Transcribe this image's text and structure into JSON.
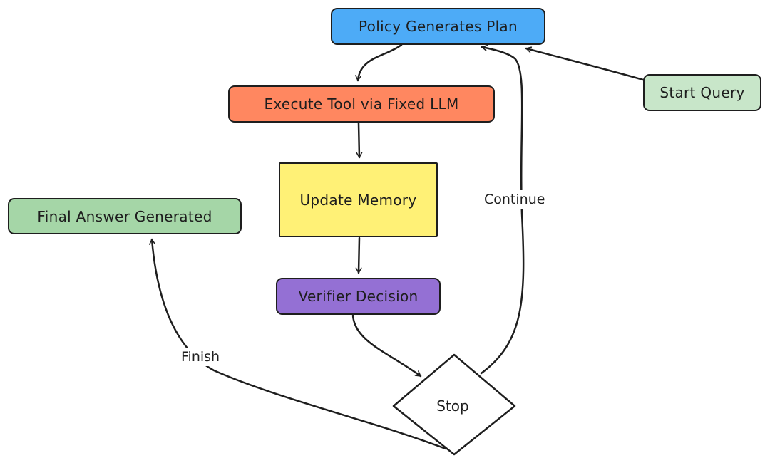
{
  "nodes": {
    "policy": {
      "label": "Policy Generates Plan",
      "color": "#4dabf7"
    },
    "execute": {
      "label": "Execute Tool via Fixed LLM",
      "color": "#ff8760"
    },
    "memory": {
      "label": "Update Memory",
      "color": "#fff176"
    },
    "verifier": {
      "label": "Verifier Decision",
      "color": "#9470d4"
    },
    "stop": {
      "label": "Stop",
      "color": "#ffffff"
    },
    "start": {
      "label": "Start Query",
      "color": "#c8e6c9"
    },
    "final": {
      "label": "Final Answer Generated",
      "color": "#a5d6a7"
    }
  },
  "edges": {
    "continue": {
      "label": "Continue"
    },
    "finish": {
      "label": "Finish"
    }
  }
}
